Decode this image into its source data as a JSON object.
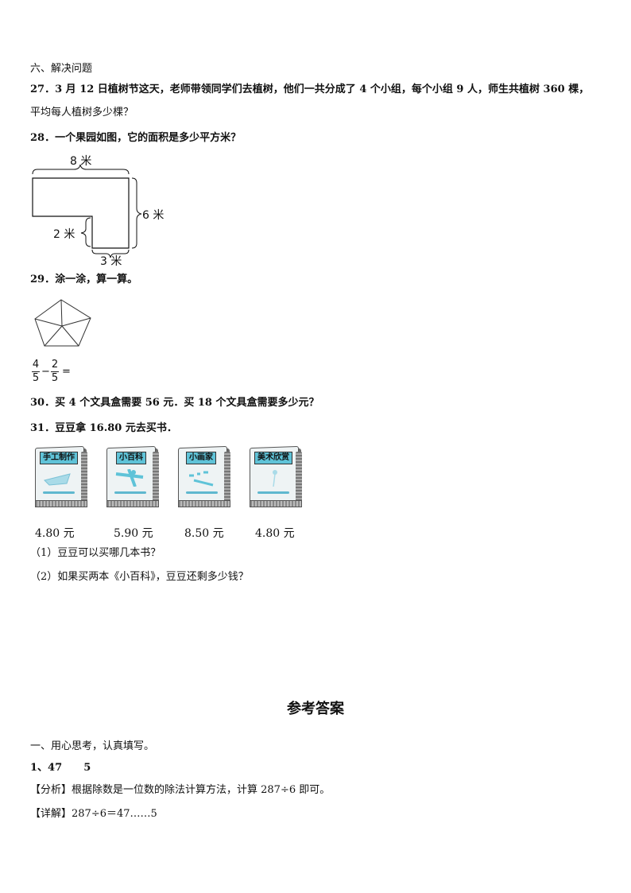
{
  "section6": {
    "heading": "六、解决问题"
  },
  "questions": {
    "q27": {
      "line1": "27．3 月 12 日植树节这天，老师带领同学们去植树，他们一共分成了 4 个小组，每个小组 9 人，师生共植树 360 棵，",
      "line2": "平均每人植树多少棵？"
    },
    "q28": {
      "text": "28．一个果园如图，它的面积是多少平方米？",
      "figure": {
        "top_label": "8 米",
        "right_label": "6 米",
        "left_inner_label": "2 米",
        "bottom_label": "3 米"
      }
    },
    "q29": {
      "text": "29．涂一涂，算一算。",
      "expression": {
        "a_num": "4",
        "a_den": "5",
        "op": "−",
        "b_num": "2",
        "b_den": "5",
        "eq": "="
      }
    },
    "q30": {
      "text": "30．买 4 个文具盒需要 56 元．买 18 个文具盒需要多少元？"
    },
    "q31": {
      "text": "31．豆豆拿 16.80 元去买书．",
      "books": [
        {
          "title": "手工制作",
          "price": "4.80 元"
        },
        {
          "title": "小百科",
          "price": "5.90 元"
        },
        {
          "title": "小画家",
          "price": "8.50 元"
        },
        {
          "title": "美术欣赏",
          "price": "4.80 元"
        }
      ],
      "sub1": "（1）豆豆可以买哪几本书？",
      "sub2": "（2）如果买两本《小百科》，豆豆还剩多少钱？"
    }
  },
  "answers": {
    "title": "参考答案",
    "section1": "一、用心思考，认真填写。",
    "a1": "1、47      5",
    "analysis": "【分析】根据除数是一位数的除法计算方法，计算 287÷6 即可。",
    "detail": "【详解】287÷6＝47……5"
  }
}
